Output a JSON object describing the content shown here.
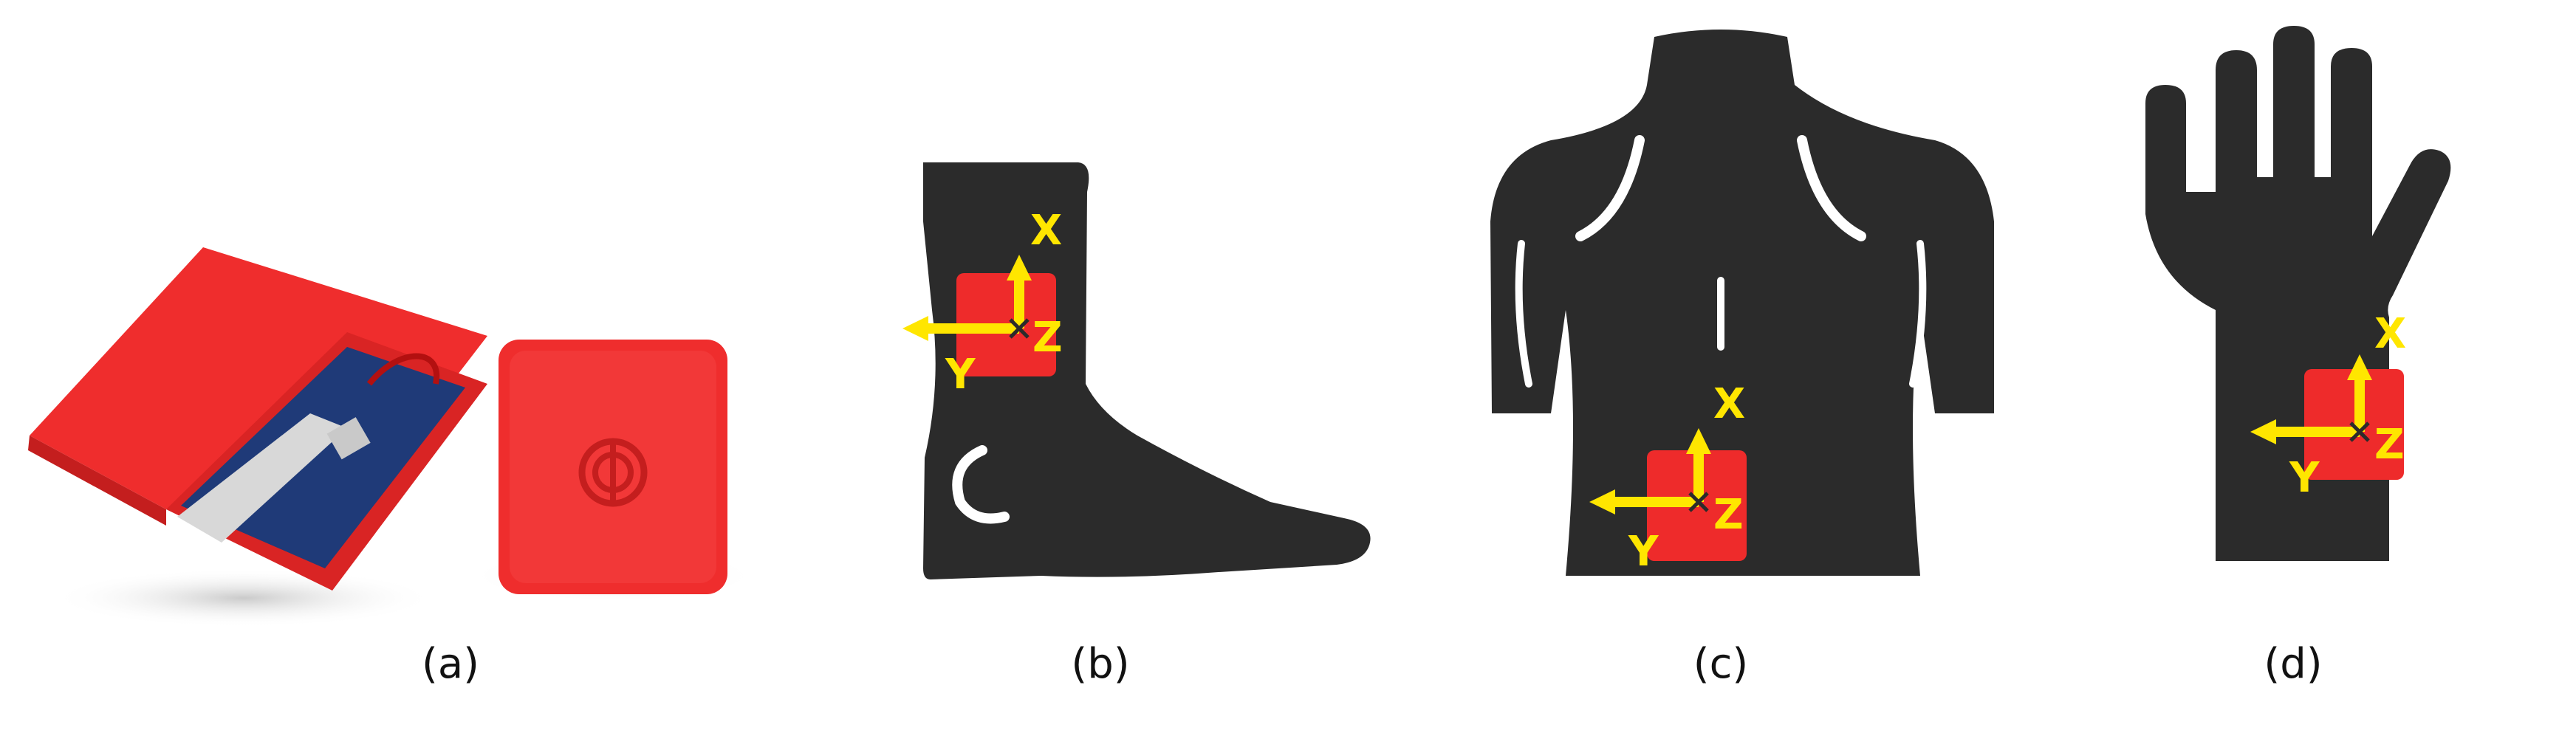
{
  "captions": {
    "a": "(a)",
    "b": "(b)",
    "c": "(c)",
    "d": "(d)"
  },
  "axes": {
    "x": "X",
    "y": "Y",
    "z": "Z"
  },
  "colors": {
    "silhouette": "#2b2b2b",
    "sensor": "#ee2b2b",
    "axis_arrow": "#ffe600",
    "device_case": "#ef2d2d"
  }
}
